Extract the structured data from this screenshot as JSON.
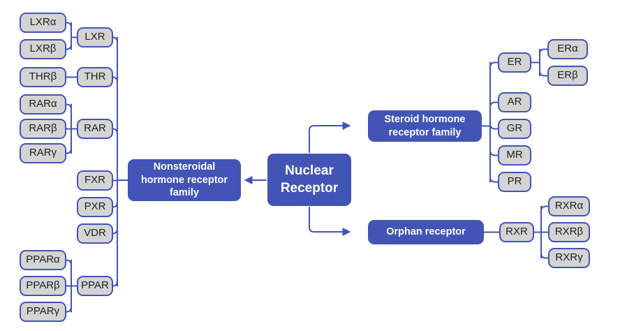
{
  "diagram": {
    "title": "Nuclear Receptor classification tree",
    "colors": {
      "accent_blue": "#4254b5",
      "node_grey": "#d4d4d4",
      "text_dark": "#23201e",
      "text_light": "#ffffff",
      "background": "#ffffff"
    }
  },
  "root": {
    "label": "Nuclear\nReceptor",
    "line1": "Nuclear",
    "line2": "Receptor"
  },
  "families": {
    "nonsteroidal": {
      "line1": "Nonsteroidal",
      "line2": "hormone receptor",
      "line3": "family"
    },
    "steroid": {
      "line1": "Steroid hormone",
      "line2": "receptor family"
    },
    "orphan": {
      "line1": "Orphan receptor"
    }
  },
  "nonsteroidal_groups": [
    {
      "name": "LXR",
      "subtypes": [
        "LXRα",
        "LXRβ"
      ]
    },
    {
      "name": "THR",
      "subtypes": [
        "THRβ"
      ]
    },
    {
      "name": "RAR",
      "subtypes": [
        "RARα",
        "RARβ",
        "RARγ"
      ]
    },
    {
      "name": "FXR",
      "subtypes": []
    },
    {
      "name": "PXR",
      "subtypes": []
    },
    {
      "name": "VDR",
      "subtypes": []
    },
    {
      "name": "PPAR",
      "subtypes": [
        "PPARα",
        "PPARβ",
        "PPARγ"
      ]
    }
  ],
  "steroid_groups": [
    {
      "name": "ER",
      "subtypes": [
        "ERα",
        "ERβ"
      ]
    },
    {
      "name": "AR",
      "subtypes": []
    },
    {
      "name": "GR",
      "subtypes": []
    },
    {
      "name": "MR",
      "subtypes": []
    },
    {
      "name": "PR",
      "subtypes": []
    }
  ],
  "orphan_groups": [
    {
      "name": "RXR",
      "subtypes": [
        "RXRα",
        "RXRβ",
        "RXRγ"
      ]
    }
  ]
}
